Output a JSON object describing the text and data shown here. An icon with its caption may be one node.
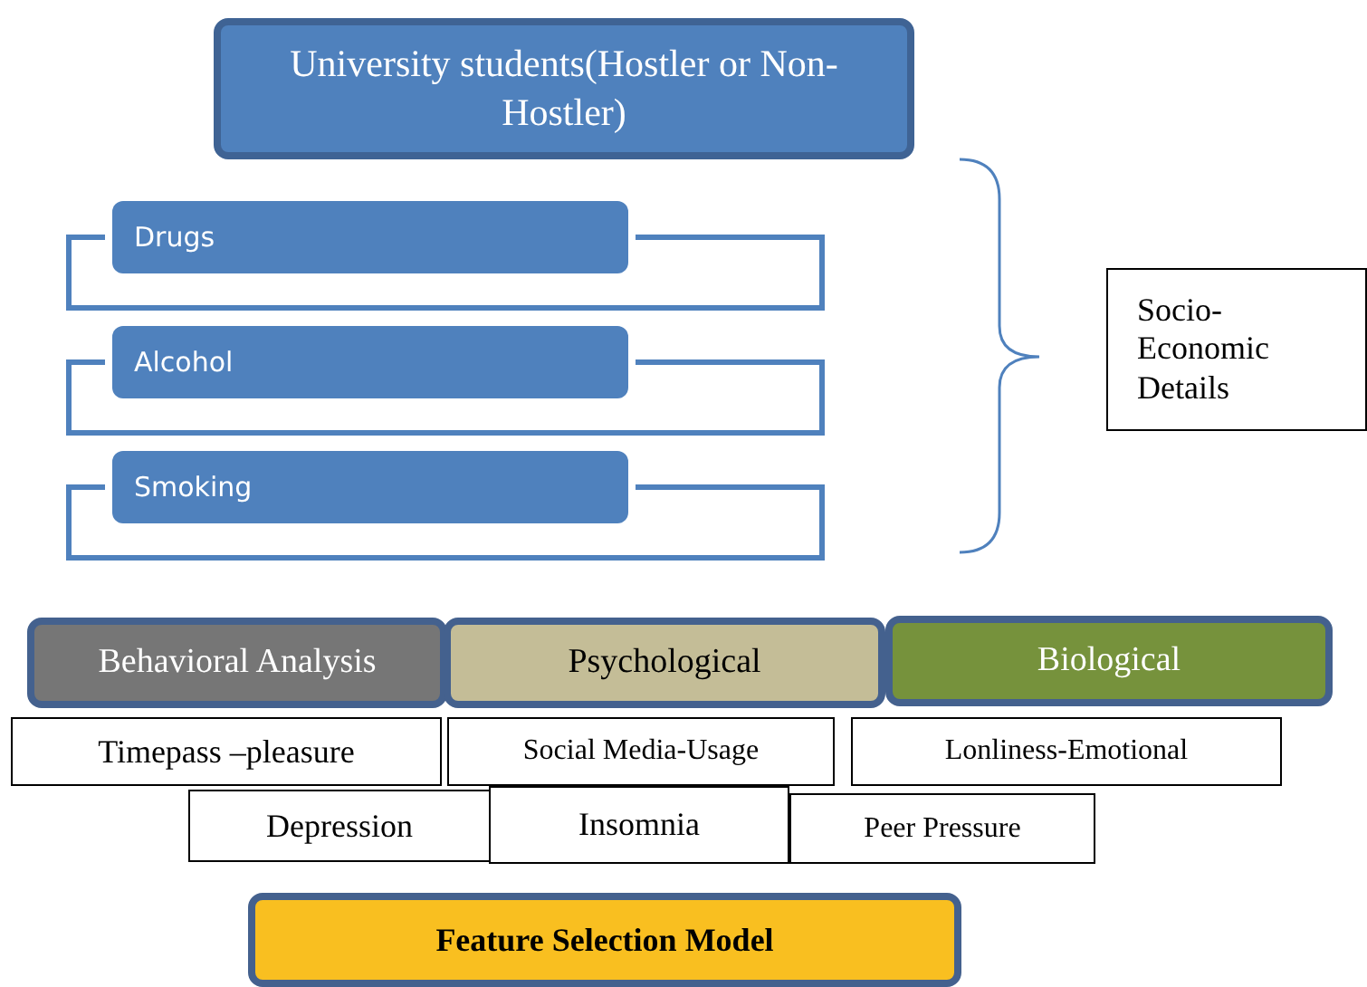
{
  "diagram": {
    "nodes": [
      {
        "text": [
          "University students(Hostler or Non-Hostler)"
        ]
      },
      {
        "text": [
          "Drugs"
        ]
      },
      {
        "text": [
          "Alcohol"
        ]
      },
      {
        "text": [
          "Smoking"
        ]
      },
      {
        "text": [
          "Socio-Economic Details"
        ]
      },
      {
        "text": [
          "Behavioral Analysis"
        ]
      },
      {
        "text": [
          "Psychological"
        ]
      },
      {
        "text": [
          "Biological"
        ]
      },
      {
        "text": [
          "Timepass –pleasure"
        ]
      },
      {
        "text": [
          "Social Media-Usage"
        ]
      },
      {
        "text": [
          "Lonliness-Emotional"
        ]
      },
      {
        "text": [
          "Depression"
        ]
      },
      {
        "text": [
          "Insomnia"
        ]
      },
      {
        "text": [
          "Peer Pressure"
        ]
      },
      {
        "text": [
          "Feature Selection Model"
        ]
      }
    ],
    "edges": []
  }
}
